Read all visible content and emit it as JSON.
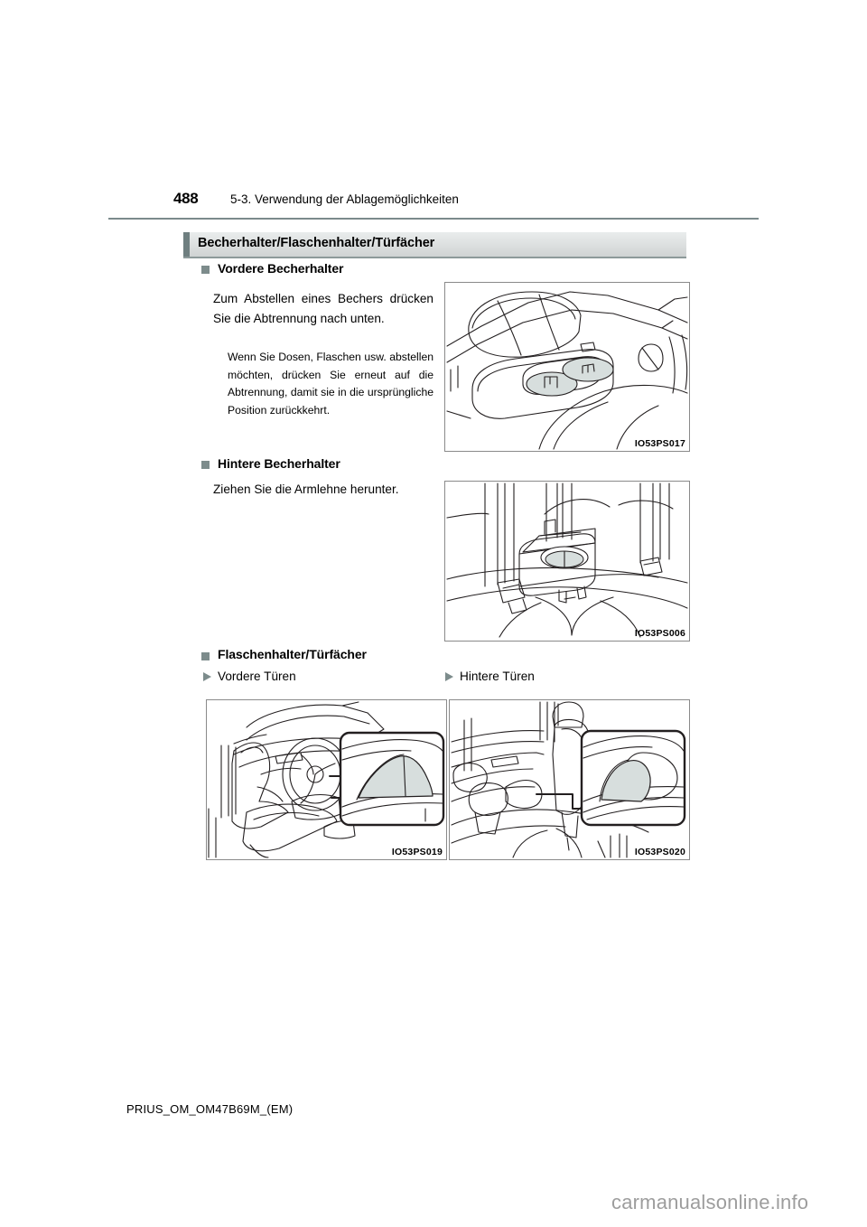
{
  "page": {
    "number": "488",
    "breadcrumb": "5-3. Verwendung der Ablagemöglichkeiten",
    "footer_code": "PRIUS_OM_OM47B69M_(EM)",
    "watermark": "carmanualsonline.info"
  },
  "section": {
    "title": "Becherhalter/Flaschenhalter/Türfächer",
    "accent_color": "#6f7f80",
    "bar_color": "#dcdfdf"
  },
  "blocks": [
    {
      "heading": "Vordere Becherhalter",
      "body": "Zum Abstellen eines Bechers drücken Sie die Abtrennung nach unten.",
      "note": "Wenn Sie Dosen, Flaschen usw. abstellen möchten, drücken Sie erneut auf die Abtrennung, damit sie in die ursprüngliche Position zurückkehrt.",
      "figure_id": "IO53PS017"
    },
    {
      "heading": "Hintere Becherhalter",
      "body": "Ziehen Sie die Armlehne herunter.",
      "figure_id": "IO53PS006"
    },
    {
      "heading": "Flaschenhalter/Türfächer",
      "subsections": [
        {
          "label": "Vordere Türen",
          "figure_id": "IO53PS019"
        },
        {
          "label": "Hintere Türen",
          "figure_id": "IO53PS020"
        }
      ]
    }
  ],
  "icons": {
    "square_bullet": "square-bullet-icon",
    "triangle_bullet": "triangle-bullet-icon"
  },
  "colors": {
    "bullet": "#7d8c8c",
    "rule": "#7b8a8c",
    "shade": "#d7dedd",
    "line": "#231f20"
  }
}
